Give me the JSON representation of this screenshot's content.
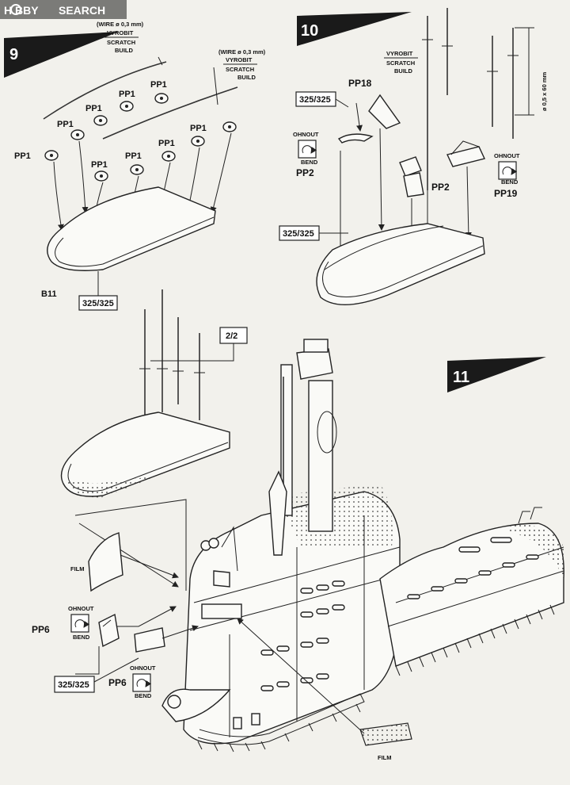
{
  "watermark": {
    "brand": "H  BBY",
    "suffix": "SEARCH"
  },
  "steps": {
    "s9": "9",
    "s10": "10",
    "s11": "11"
  },
  "labels": {
    "wire_note_a": "(WIRE ø 0,3 mm)",
    "wire_note_b": "(WIRE ø 0,3 mm)",
    "vyrobit": "VYROBIT",
    "scratch": "SCRATCH",
    "build": "BUILD",
    "pp1": "PP1",
    "b11": "B11",
    "ratio": "325/325",
    "pp18": "PP18",
    "pp2": "PP2",
    "pp19": "PP19",
    "ohnout": "OHNOUT",
    "bend": "BEND",
    "wire_dim": "ø 0,5 x 60 mm",
    "ratio_22": "2/2",
    "film": "FILM",
    "pp6": "PP6"
  },
  "colors": {
    "ink": "#111111",
    "paper": "#f2f1ec",
    "step_bg": "#1a1a1a"
  }
}
